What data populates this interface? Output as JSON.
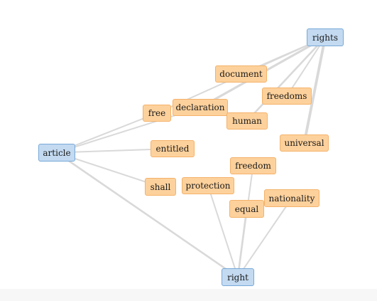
{
  "graph": {
    "colors": {
      "hub_fill": "#c3daf1",
      "hub_border": "#78a9d8",
      "word_fill": "#fdd19c",
      "word_border": "#f4b26a",
      "edge": "#d9d9d9"
    },
    "nodes": [
      {
        "id": "rights",
        "label": "rights",
        "kind": "hub"
      },
      {
        "id": "article",
        "label": "article",
        "kind": "hub"
      },
      {
        "id": "right",
        "label": "right",
        "kind": "hub"
      },
      {
        "id": "document",
        "label": "document",
        "kind": "word"
      },
      {
        "id": "freedoms",
        "label": "freedoms",
        "kind": "word"
      },
      {
        "id": "free",
        "label": "free",
        "kind": "word"
      },
      {
        "id": "declaration",
        "label": "declaration",
        "kind": "word"
      },
      {
        "id": "human",
        "label": "human",
        "kind": "word"
      },
      {
        "id": "universal",
        "label": "universal",
        "kind": "word"
      },
      {
        "id": "entitled",
        "label": "entitled",
        "kind": "word"
      },
      {
        "id": "freedom",
        "label": "freedom",
        "kind": "word"
      },
      {
        "id": "shall",
        "label": "shall",
        "kind": "word"
      },
      {
        "id": "protection",
        "label": "protection",
        "kind": "word"
      },
      {
        "id": "nationality",
        "label": "nationality",
        "kind": "word"
      },
      {
        "id": "equal",
        "label": "equal",
        "kind": "word"
      }
    ],
    "edges": [
      {
        "source": "rights",
        "target": "document",
        "weight": 2
      },
      {
        "source": "rights",
        "target": "freedoms",
        "weight": 2
      },
      {
        "source": "rights",
        "target": "declaration",
        "weight": 4
      },
      {
        "source": "rights",
        "target": "free",
        "weight": 2
      },
      {
        "source": "rights",
        "target": "human",
        "weight": 3
      },
      {
        "source": "rights",
        "target": "universal",
        "weight": 5
      },
      {
        "source": "article",
        "target": "free",
        "weight": 2
      },
      {
        "source": "article",
        "target": "declaration",
        "weight": 2
      },
      {
        "source": "article",
        "target": "entitled",
        "weight": 2
      },
      {
        "source": "article",
        "target": "shall",
        "weight": 2
      },
      {
        "source": "article",
        "target": "right",
        "weight": 3
      },
      {
        "source": "right",
        "target": "protection",
        "weight": 2
      },
      {
        "source": "right",
        "target": "freedom",
        "weight": 2
      },
      {
        "source": "right",
        "target": "equal",
        "weight": 3
      },
      {
        "source": "right",
        "target": "nationality",
        "weight": 2
      }
    ]
  }
}
